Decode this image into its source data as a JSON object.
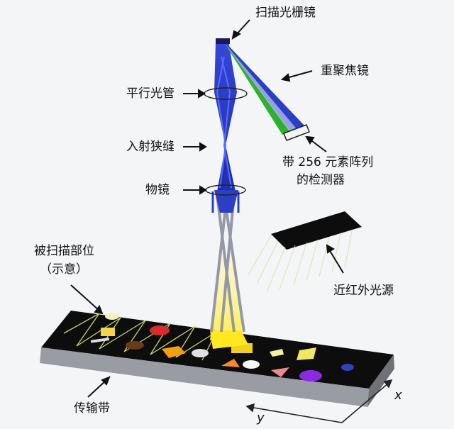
{
  "labels": {
    "scanning_grating": "扫描光栅镜",
    "focusing_mirror": "重聚焦镜",
    "collimator": "平行光管",
    "entrance_slit": "入射狭缝",
    "detector_line1": "带 256 元素阵列",
    "detector_line2": "的检测器",
    "objective": "物镜",
    "scanned_part_line1": "被扫描部位",
    "scanned_part_line2": "（示意）",
    "nir_source": "近红外光源",
    "conveyor": "传输带",
    "axis_x": "x",
    "axis_y": "y"
  },
  "colors": {
    "beam_blue": "#2b3fc4",
    "belt_top": "#111111",
    "belt_side": "#9a9ca3",
    "scan_lines": "#c8d46a"
  }
}
